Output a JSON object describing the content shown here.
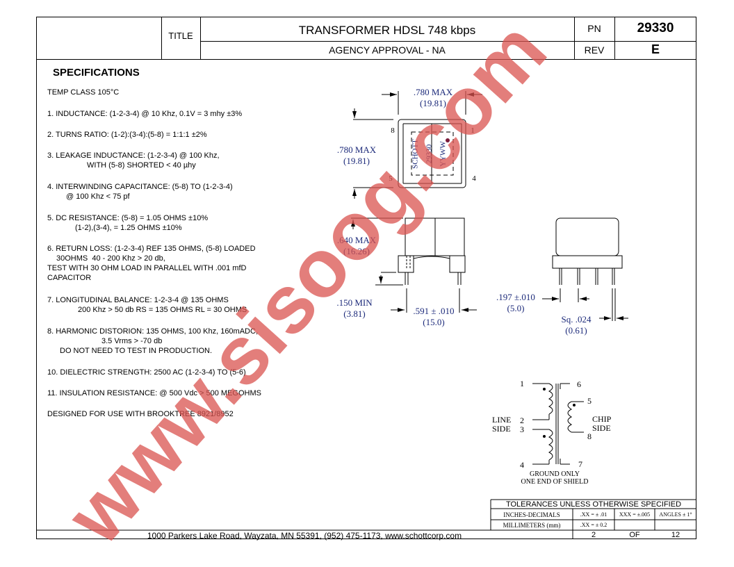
{
  "title_block": {
    "title_label": "TITLE",
    "title": "TRANSFORMER HDSL 748 kbps",
    "subtitle": "AGENCY APPROVAL - NA",
    "pn_label": "PN",
    "pn_value": "29330",
    "rev_label": "REV",
    "rev_value": "E"
  },
  "specifications": {
    "heading": "SPECIFICATIONS",
    "temp": "TEMP CLASS 105°C",
    "s1": "1. INDUCTANCE: (1-2-3-4) @ 10 Khz, 0.1V = 3 mhy ±3%",
    "s2": "2. TURNS RATIO: (1-2):(3-4):(5-8) = 1:1:1 ±2%",
    "s3a": "3. LEAKAGE INDUCTANCE: (1-2-3-4) @ 100 Khz,",
    "s3b": "WITH (5-8) SHORTED < 40 µhy",
    "s4a": "4. INTERWINDING CAPACITANCE: (5-8) TO (1-2-3-4)",
    "s4b": "@ 100 Khz < 75 pf",
    "s5a": "5. DC RESISTANCE: (5-8) = 1.05 OHMS ±10%",
    "s5b": "(1-2),(3-4), = 1.25 OHMS ±10%",
    "s6a": "6. RETURN LOSS: (1-2-3-4) REF 135 OHMS, (5-8) LOADED",
    "s6b": "30OHMS  40 - 200 Khz > 20 db,",
    "s6c": "TEST WITH 30 OHM LOAD IN PARALLEL WITH .001 mfD",
    "s6d": "CAPACITOR",
    "s7a": "7. LONGITUDINAL BALANCE: 1-2-3-4 @ 135 OHMS",
    "s7b": "200 Khz > 50 db RS = 135 OHMS RL = 30 OHMS",
    "s8a": "8. HARMONIC DISTORION: 135 OHMS, 100 Khz, 160mADC,",
    "s8b": "3.5 Vrms > -70 db",
    "s8c": "DO NOT NEED TO TEST IN PRODUCTION.",
    "s10": "10. DIELECTRIC STRENGTH: 2500 AC (1-2-3-4) TO (5-6)",
    "s11": "11. INSULATION RESISTANCE: @ 500 Vdc > 500 MEGOHMS",
    "designed": "DESIGNED FOR USE WITH BROOKTREE 8921/8952"
  },
  "top_view": {
    "width_in": ".780 MAX",
    "width_mm": "(19.81)",
    "height_in": ".780 MAX",
    "height_mm": "(19.81)",
    "pin8": "8",
    "pin1": "1",
    "pin5": "5",
    "pin4": "4",
    "mark_brand": "SCHOTT",
    "mark_pn": "29330",
    "mark_date": "YYWW"
  },
  "side_view": {
    "height_in": ".640 MAX",
    "height_mm": "(16.26)",
    "lead_in": ".150 MIN",
    "lead_mm": "(3.81)",
    "spacing_in": ".591 ± .010",
    "spacing_mm": "(15.0)"
  },
  "end_view": {
    "pitch_in": ".197 ±.010",
    "pitch_mm": "(5.0)",
    "pin_in": "Sq. .024",
    "pin_mm": "(0.61)"
  },
  "schematic": {
    "p1": "1",
    "p2": "2",
    "p3": "3",
    "p4": "4",
    "p5": "5",
    "p6": "6",
    "p7": "7",
    "p8": "8",
    "line_side_1": "LINE",
    "line_side_2": "SIDE",
    "chip_side_1": "CHIP",
    "chip_side_2": "SIDE",
    "ground_1": "GROUND ONLY",
    "ground_2": "ONE END OF SHIELD"
  },
  "tolerances": {
    "header": "TOLERANCES UNLESS OTHERWISE SPECIFIED",
    "row1_label": "INCHES-DECIMALS",
    "row1_xx": ".XX = ± .01",
    "row1_xxx": "XXX = ±.005",
    "row1_ang": "ANGLES ± 1°",
    "row2_label": "MILLIMETERS (mm)",
    "row2_xx": ".XX = ± 0.2"
  },
  "footer": {
    "address": "1000  Parkers Lake Road, Wayzata, MN 55391, (952) 475-1173, www.schottcorp.com",
    "page": "2",
    "of": "OF",
    "total": "12"
  },
  "watermark": {
    "text": "www.sisoog.com",
    "color": "#d9534f"
  }
}
